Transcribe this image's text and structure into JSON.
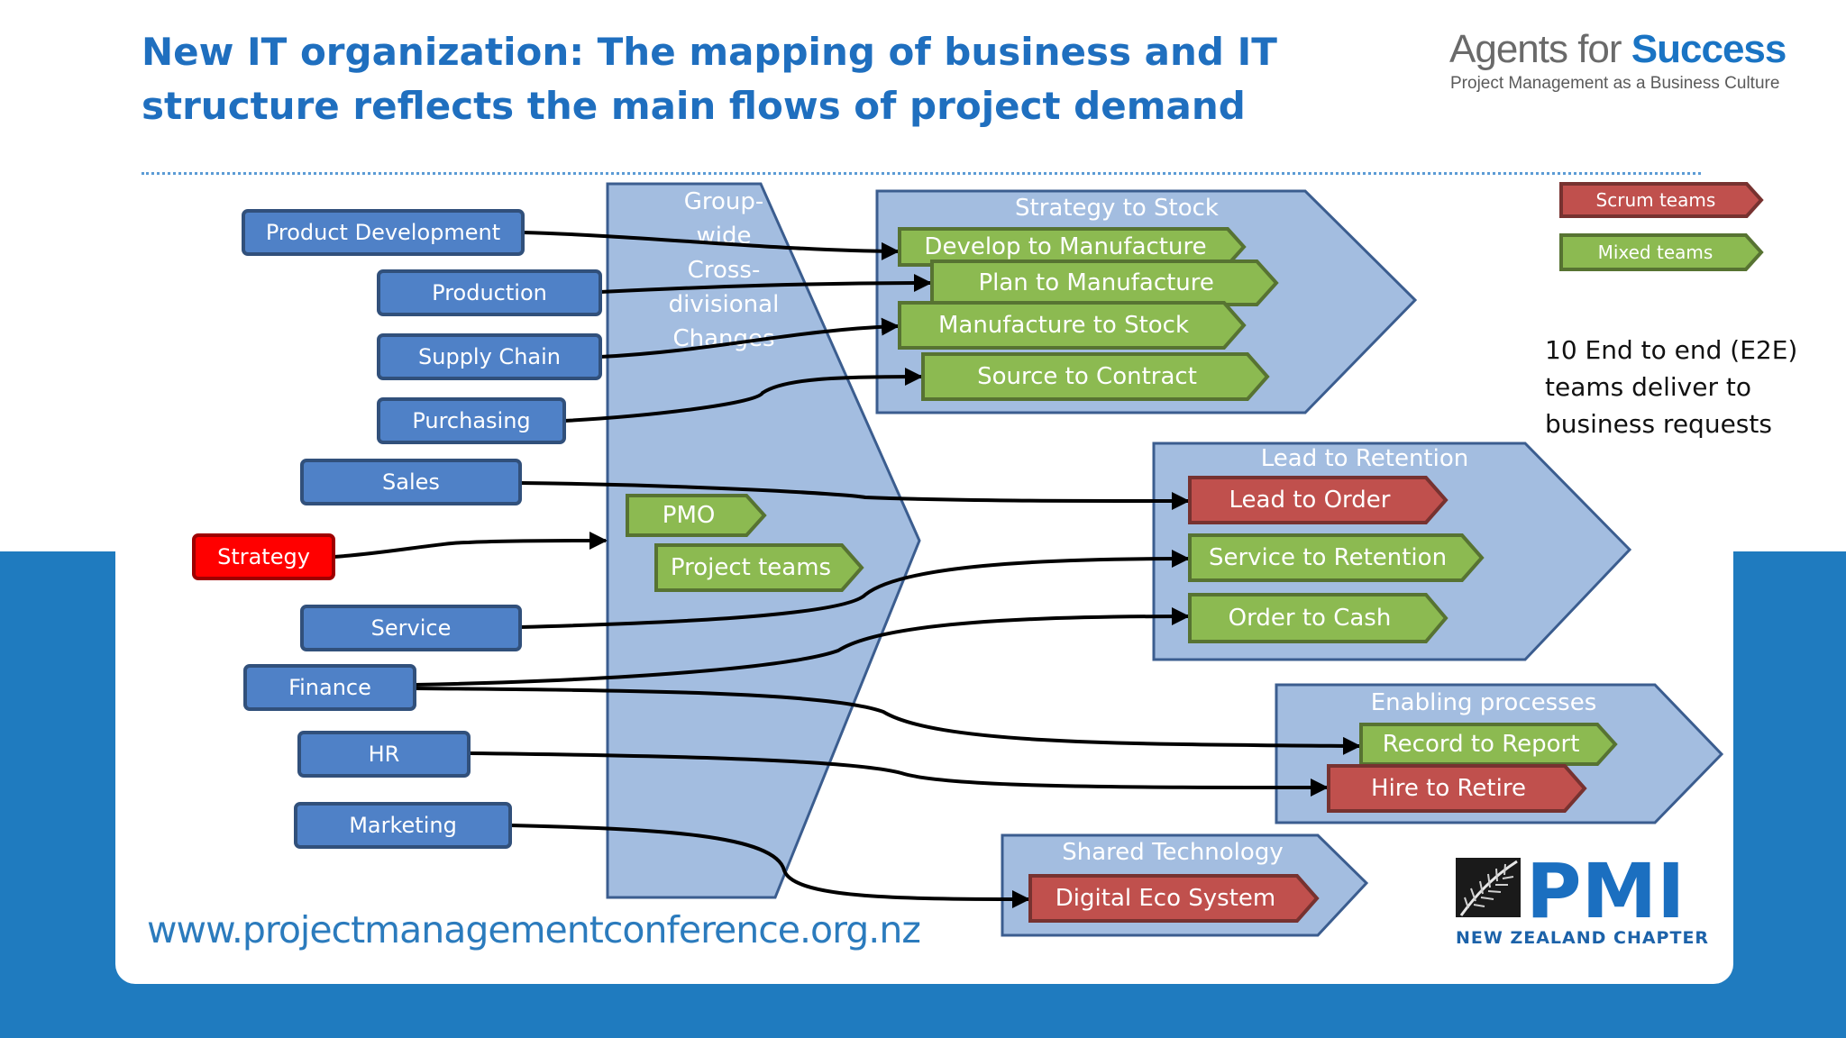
{
  "slide": {
    "title": "New IT organization: The mapping of business and IT structure reflects the main flows of project demand",
    "logo_name_light": "Agents for ",
    "logo_name_bold": "Success",
    "logo_tagline": "Project Management as a Business Culture",
    "url": "www.projectmanagementconference.org.nz",
    "pmi_logo_text": "PMI",
    "pmi_chapter": "NEW ZEALAND CHAPTER",
    "note": "10 End to end (E2E) teams deliver to business requests"
  },
  "colors": {
    "title": "#1f6fbf",
    "box_blue": "#4f81c7",
    "scrum_red": "#c0504d",
    "mixed_green": "#8cba51",
    "strategy_red": "#ff0000",
    "shape_fill": "#a3bde0",
    "shape_stroke": "#3b5d8f"
  },
  "legend": [
    {
      "id": "scrum",
      "label": "Scrum teams"
    },
    {
      "id": "mixed",
      "label": "Mixed teams"
    }
  ],
  "center": {
    "title_lines": [
      "Group-",
      "wide",
      "Cross-",
      "divisional",
      "Changes"
    ],
    "items": [
      {
        "id": "pmo",
        "label": "PMO"
      },
      {
        "id": "projteams",
        "label": "Project teams"
      }
    ]
  },
  "business_units": [
    {
      "id": "pd",
      "label": "Product Development"
    },
    {
      "id": "prod",
      "label": "Production"
    },
    {
      "id": "sc",
      "label": "Supply Chain"
    },
    {
      "id": "purch",
      "label": "Purchasing"
    },
    {
      "id": "sales",
      "label": "Sales"
    },
    {
      "id": "strategy",
      "label": "Strategy"
    },
    {
      "id": "service",
      "label": "Service"
    },
    {
      "id": "finance",
      "label": "Finance"
    },
    {
      "id": "hr",
      "label": "HR"
    },
    {
      "id": "marketing",
      "label": "Marketing"
    }
  ],
  "process_groups": [
    {
      "id": "s2s",
      "title": "Strategy to Stock",
      "teams": [
        {
          "id": "d2m",
          "label": "Develop to Manufacture",
          "kind": "mixed"
        },
        {
          "id": "p2m",
          "label": "Plan to Manufacture",
          "kind": "mixed"
        },
        {
          "id": "m2s",
          "label": "Manufacture to Stock",
          "kind": "mixed"
        },
        {
          "id": "s2c",
          "label": "Source to Contract",
          "kind": "mixed"
        }
      ]
    },
    {
      "id": "l2r",
      "title": "Lead to Retention",
      "teams": [
        {
          "id": "l2o",
          "label": "Lead to Order",
          "kind": "scrum"
        },
        {
          "id": "s2r",
          "label": "Service to Retention",
          "kind": "mixed"
        },
        {
          "id": "o2c",
          "label": "Order to Cash",
          "kind": "mixed"
        }
      ]
    },
    {
      "id": "enab",
      "title": "Enabling processes",
      "teams": [
        {
          "id": "r2r",
          "label": "Record to Report",
          "kind": "mixed"
        },
        {
          "id": "h2r",
          "label": "Hire to Retire",
          "kind": "scrum"
        }
      ]
    },
    {
      "id": "shared",
      "title": "Shared Technology",
      "teams": [
        {
          "id": "des",
          "label": "Digital Eco System",
          "kind": "scrum"
        }
      ]
    }
  ],
  "flows": [
    {
      "from": "pd",
      "to": "d2m"
    },
    {
      "from": "prod",
      "to": "p2m"
    },
    {
      "from": "sc",
      "to": "m2s"
    },
    {
      "from": "purch",
      "to": "s2c"
    },
    {
      "from": "sales",
      "to": "l2o"
    },
    {
      "from": "strategy",
      "to": "center"
    },
    {
      "from": "service",
      "to": "s2r"
    },
    {
      "from": "finance",
      "to": "o2c"
    },
    {
      "from": "finance",
      "to": "r2r"
    },
    {
      "from": "hr",
      "to": "h2r"
    },
    {
      "from": "marketing",
      "to": "des"
    }
  ]
}
